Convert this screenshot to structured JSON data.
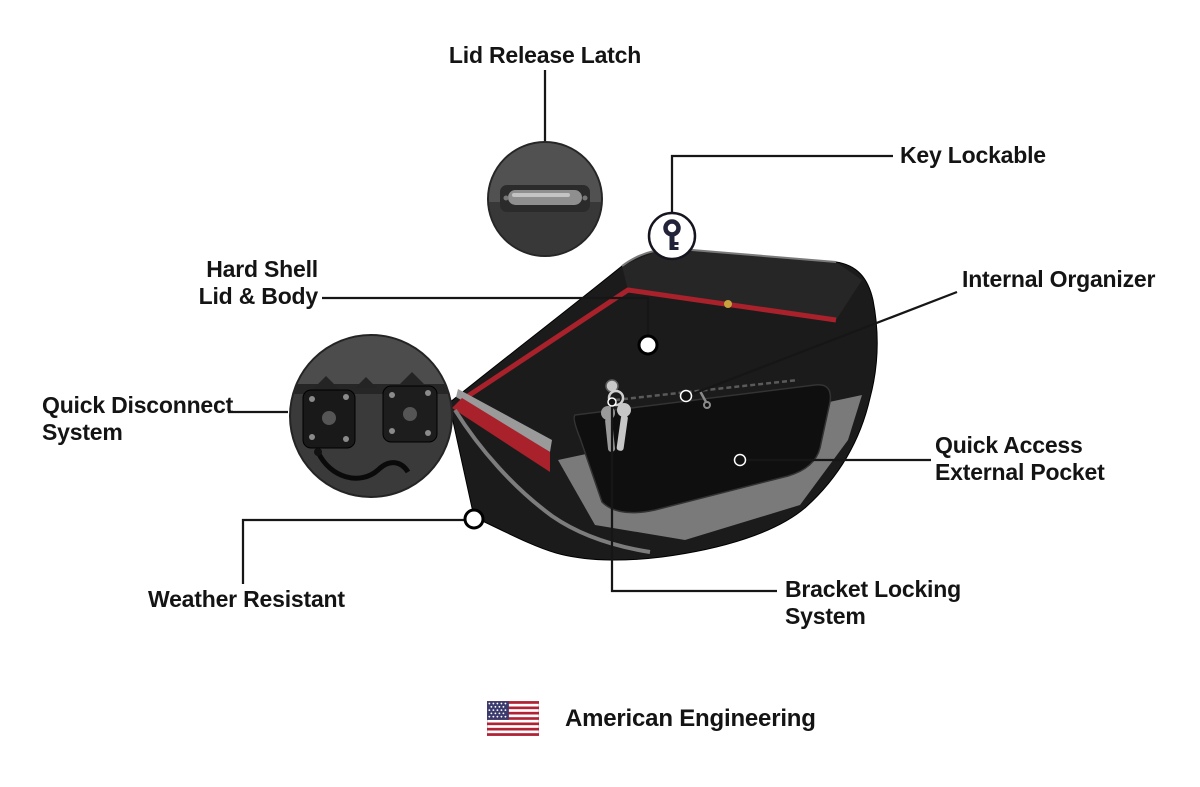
{
  "callouts": [
    {
      "id": "lid-release-latch",
      "label": "Lid Release Latch"
    },
    {
      "id": "key-lockable",
      "label": "Key Lockable"
    },
    {
      "id": "hard-shell-lid-body",
      "label": "Hard Shell\nLid & Body"
    },
    {
      "id": "internal-organizer",
      "label": "Internal Organizer"
    },
    {
      "id": "quick-disconnect-system",
      "label": "Quick Disconnect\nSystem"
    },
    {
      "id": "quick-access-external-pocket",
      "label": "Quick Access\nExternal Pocket"
    },
    {
      "id": "weather-resistant",
      "label": "Weather Resistant"
    },
    {
      "id": "bracket-locking-system",
      "label": "Bracket Locking\nSystem"
    }
  ],
  "footer": {
    "text": "American Engineering",
    "flag_icon": "us-flag"
  },
  "colors": {
    "background": "#FFFFFF",
    "text": "#141414",
    "leader_line": "#161616",
    "accent_red": "#A8212B",
    "bag_black": "#1B1B1B",
    "pocket_gray": "#7A7A7A",
    "flag_red": "#B22234",
    "flag_white": "#FFFFFF",
    "flag_blue": "#3C3B6E"
  }
}
